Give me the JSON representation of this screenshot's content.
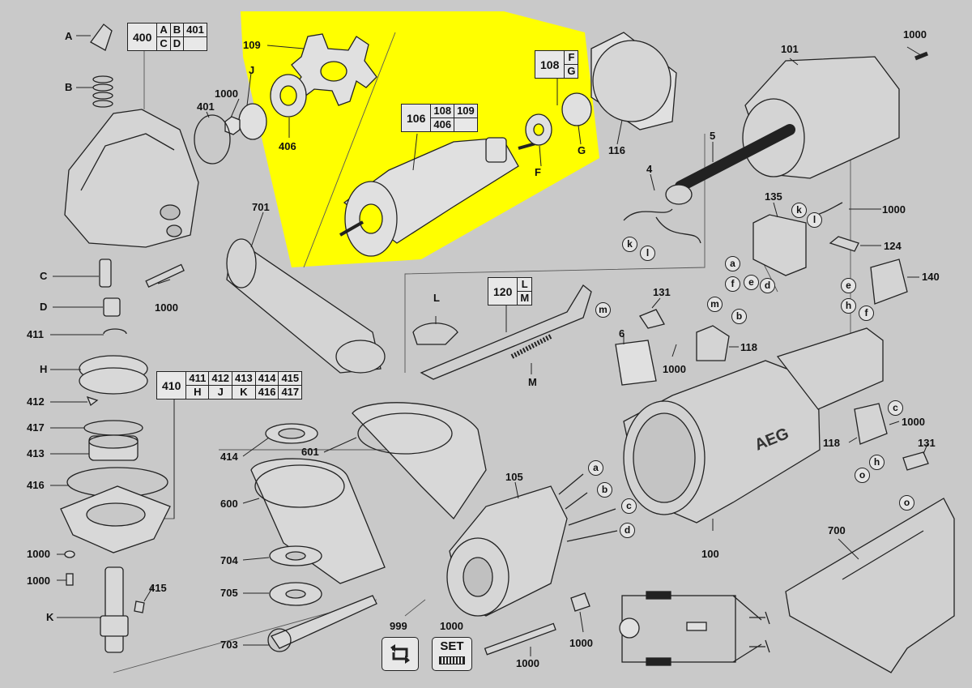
{
  "colors": {
    "background": "#c9c9c9",
    "highlight": "#ffff00",
    "line": "#222222"
  },
  "part_labels": {
    "A": "A",
    "B": "B",
    "C": "C",
    "D": "D",
    "411": "411",
    "H": "H",
    "412": "412",
    "417": "417",
    "413": "413",
    "416": "416",
    "1000_l1": "1000",
    "1000_l2": "1000",
    "K": "K",
    "415": "415",
    "703": "703",
    "109": "109",
    "J": "J",
    "1000_j": "1000",
    "401": "401",
    "406": "406",
    "701": "701",
    "1000_c": "1000",
    "L": "L",
    "M": "M",
    "414": "414",
    "600": "600",
    "704": "704",
    "705": "705",
    "601": "601",
    "105": "105",
    "999": "999",
    "1000_set": "1000",
    "1000_bolt": "1000",
    "1000_clip": "1000",
    "F": "F",
    "G": "G",
    "116": "116",
    "101": "101",
    "1000_tr": "1000",
    "5": "5",
    "4": "4",
    "135": "135",
    "1000_screw": "1000",
    "124": "124",
    "140": "140",
    "131": "131",
    "118": "118",
    "6": "6",
    "1000_118": "1000",
    "100": "100",
    "118_b": "118",
    "1000_rb": "1000",
    "131_b": "131",
    "700": "700"
  },
  "circle_letters": {
    "k1": "k",
    "l1": "l",
    "k2": "k",
    "l2": "l",
    "a1": "a",
    "f1": "f",
    "e1": "e",
    "d1": "d",
    "e2": "e",
    "h1": "h",
    "f2": "f",
    "m1": "m",
    "m2": "m",
    "b1": "b",
    "c1": "c",
    "h2": "h",
    "o1": "o",
    "o2": "o",
    "a2": "a",
    "b2": "b",
    "c2": "c",
    "d2": "d"
  },
  "tables": {
    "t400": {
      "rows": [
        [
          "400",
          "A",
          "B",
          "401"
        ],
        [
          "",
          "C",
          "D",
          ""
        ]
      ]
    },
    "t410": {
      "rows": [
        [
          "410",
          "411",
          "412",
          "413",
          "414",
          "415"
        ],
        [
          "",
          "H",
          "J",
          "K",
          "416",
          "417"
        ]
      ]
    },
    "t106": {
      "rows": [
        [
          "106",
          "108",
          "109"
        ],
        [
          "",
          "406",
          ""
        ]
      ]
    },
    "t108": {
      "rows": [
        [
          "108",
          "F"
        ],
        [
          "",
          "G"
        ]
      ]
    },
    "t120": {
      "rows": [
        [
          "120",
          "L"
        ],
        [
          "",
          "M"
        ]
      ]
    }
  },
  "icons": {
    "set_label": "SET",
    "rotate_icon": "rotate-arrow-icon",
    "set_icon": "set-key-icon"
  },
  "brand": "AEG"
}
